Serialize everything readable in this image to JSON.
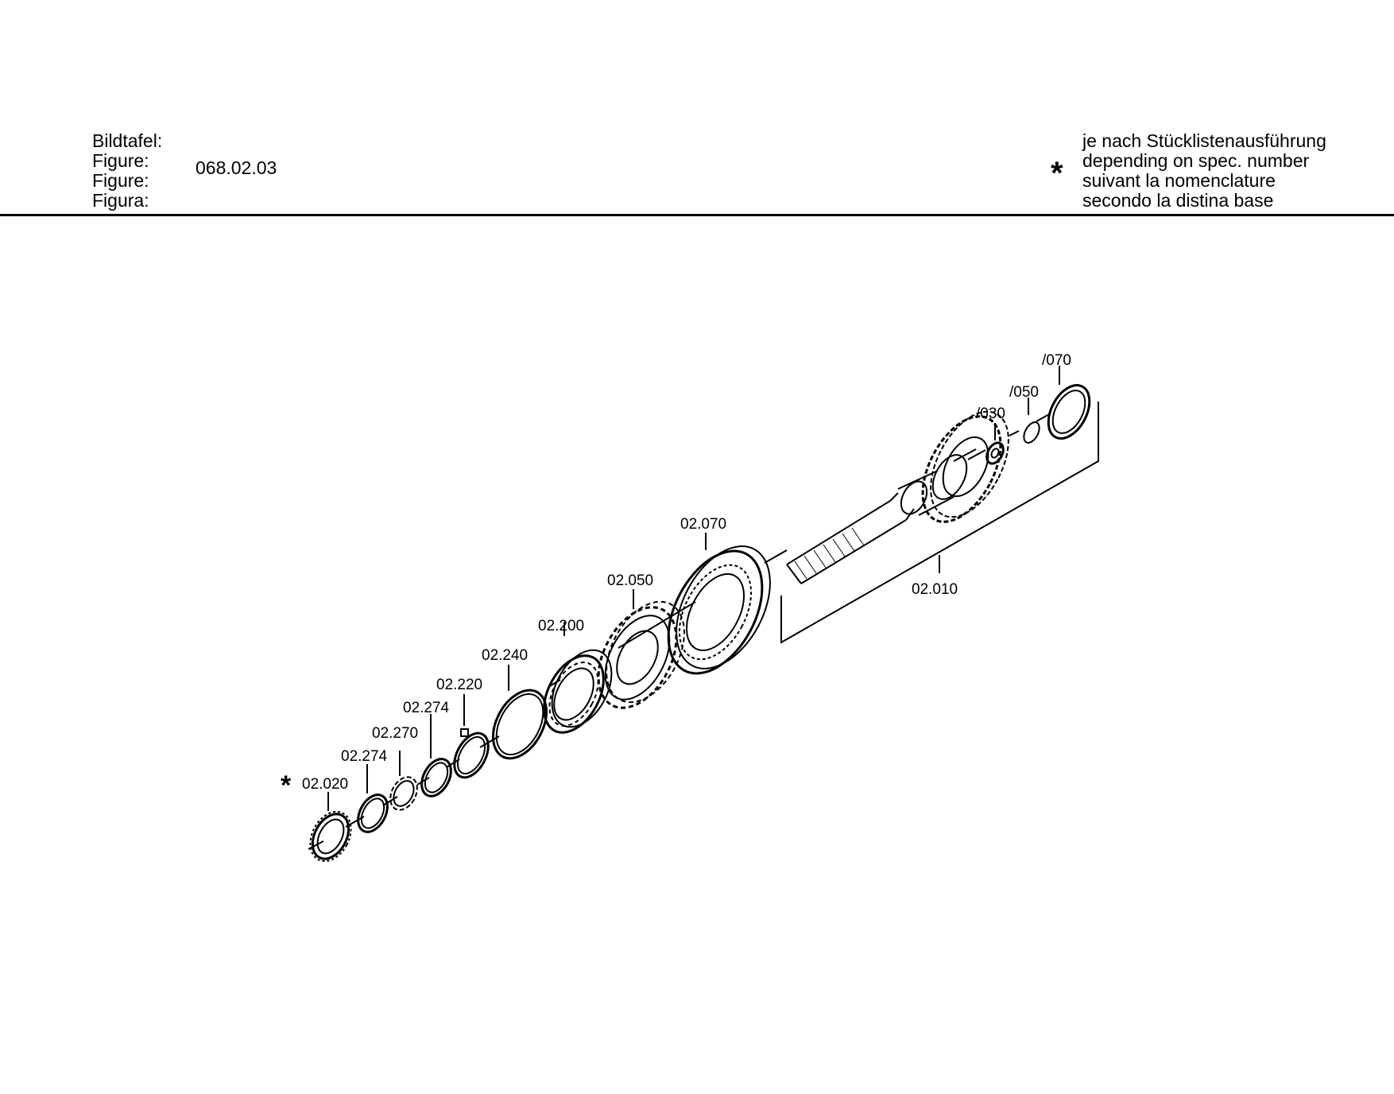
{
  "header": {
    "labels": [
      "Bildtafel:",
      "Figure:",
      "Figure:",
      "Figura:"
    ],
    "figure_number": "068.02.03",
    "note_symbol": "*",
    "note_lines": [
      "je nach Stücklistenausführung",
      "depending on spec. number",
      "suivant la nomenclature",
      "secondo la distina base"
    ]
  },
  "callouts": {
    "c070": "/070",
    "c050": "/050",
    "c030": "/030",
    "c02070": "02.070",
    "c02010": "02.010",
    "c02050": "02.050",
    "c02200": "02.200",
    "c02240": "02.240",
    "c02220": "02.220",
    "c02274a": "02.274",
    "c02270": "02.270",
    "c02274b": "02.274",
    "c02020": "02.020",
    "c02020_star": "*"
  }
}
